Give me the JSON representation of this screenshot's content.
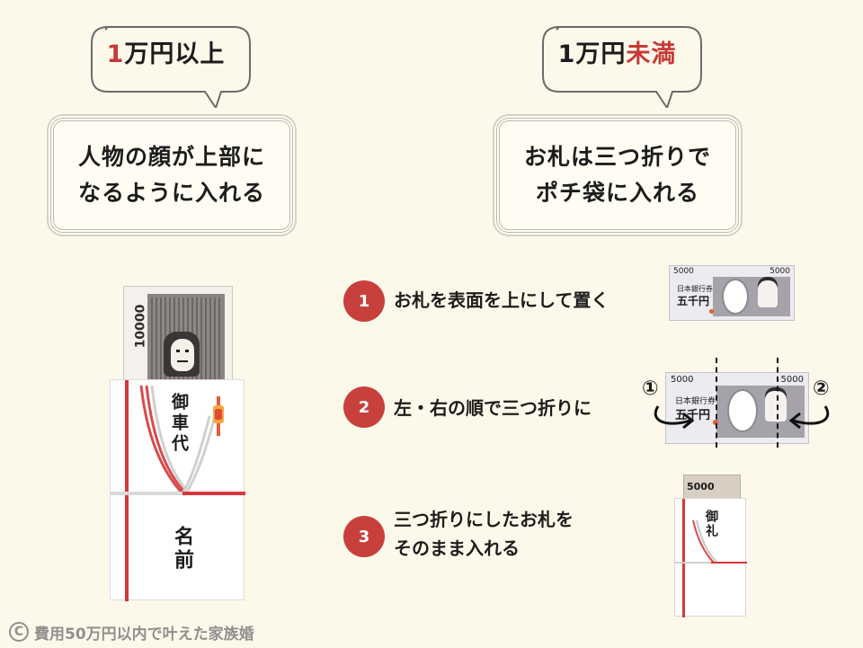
{
  "left_column": {
    "bubble": {
      "highlight": "1",
      "rest": "万円以上"
    },
    "frame": {
      "line1": "人物の顔が上部に",
      "line2": "なるように入れる"
    },
    "envelope": {
      "bill_value": "10000",
      "label_top": "御車代",
      "label_bottom": "名前"
    }
  },
  "right_column": {
    "bubble": {
      "prefix": "1万円",
      "highlight": "未満"
    },
    "frame": {
      "line1": "お札は三つ折りで",
      "line2": "ポチ袋に入れる"
    },
    "steps": [
      {
        "number": "1",
        "line1": "お札を表面を上にして置く",
        "line2": ""
      },
      {
        "number": "2",
        "line1": "左・右の順で三つ折りに",
        "line2": ""
      },
      {
        "number": "3",
        "line1": "三つ折りにしたお札を",
        "line2": "そのまま入れる"
      }
    ],
    "bill": {
      "value": "5000",
      "title": "日本銀行券",
      "denomination": "五千円"
    },
    "fold_markers": {
      "first": "①",
      "second": "②"
    },
    "pochi": {
      "bill_value": "5000",
      "label": "御礼"
    }
  },
  "footer": {
    "copyright_symbol": "C",
    "text": "費用50万円以内で叶えた家族婚"
  },
  "colors": {
    "accent_red": "#c63a36",
    "background": "#fdf9ea"
  }
}
